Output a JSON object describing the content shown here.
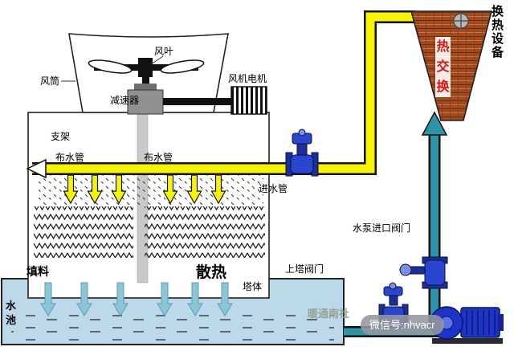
{
  "labels": {
    "heat_exchange_equipment": "换热设备",
    "heat_exchange": "热交换",
    "fan_blade": "风叶",
    "fan_duct": "风筒",
    "fan_motor": "风机电机",
    "reducer": "减速器",
    "support_frame": "支架",
    "water_dist_pipe_left": "布水管",
    "water_dist_pipe_right": "布水管",
    "water_inlet_pipe": "进水管",
    "pump_inlet_valve": "水泵进口阀门",
    "tower_top_valve": "上塔阀门",
    "fill_material": "填料",
    "heat_dissipation": "散热",
    "tower_body": "塔体",
    "water_pool": "水池"
  },
  "watermarks": {
    "source": "暖通南社",
    "wechat": "微信号:nhvacr"
  },
  "colors": {
    "hot_pipe": "#f7f400",
    "cold_pipe": "#2f93a8",
    "arrow_light": "#8cc5d8",
    "exchanger": "#a04a1e",
    "pump": "#1d34c8",
    "valve": "#2a46d0",
    "valve_dark": "#1c2f96",
    "pool": "#bcd9ea",
    "hx_red": "#e01010"
  }
}
